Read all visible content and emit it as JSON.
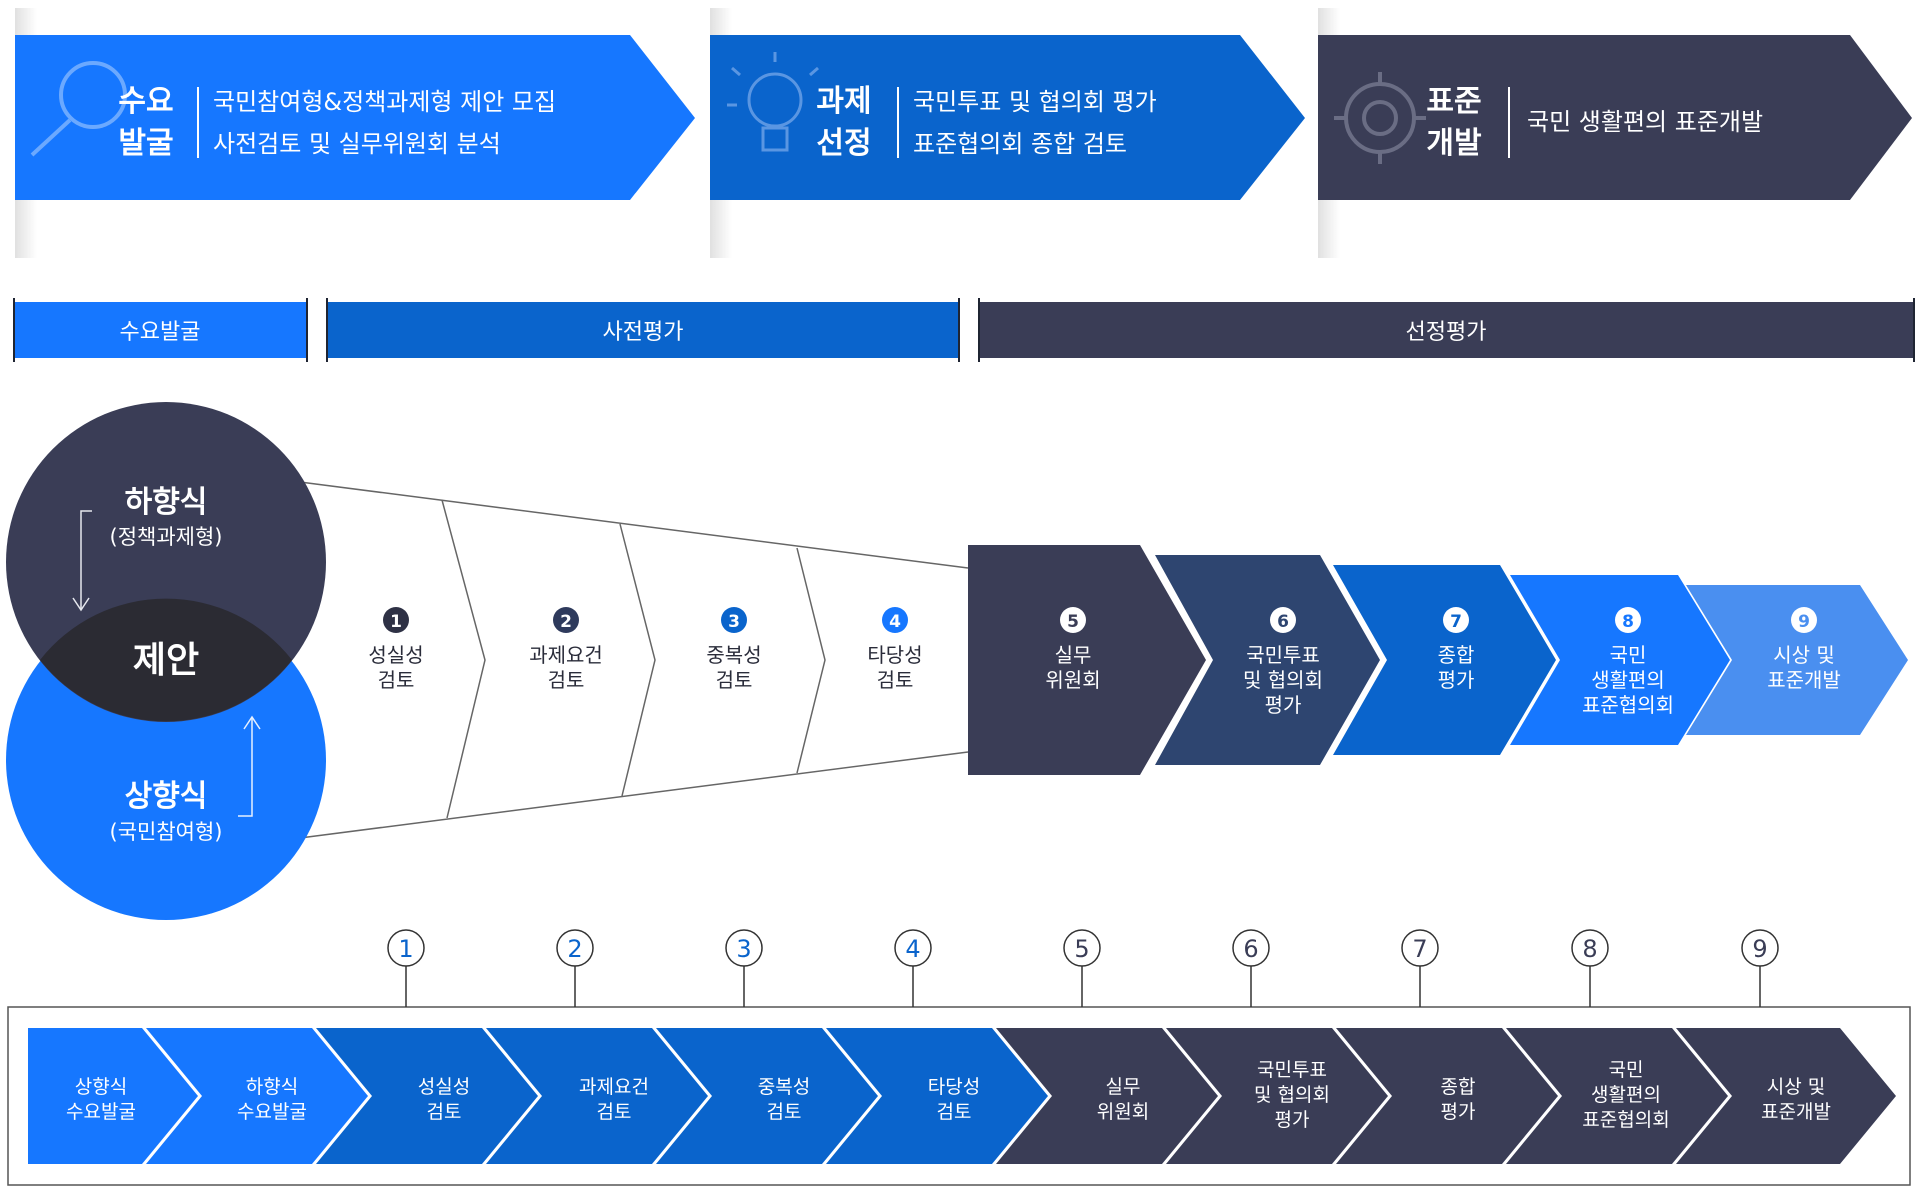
{
  "top_banners": [
    {
      "title_line1": "수요",
      "title_line2": "발굴",
      "desc_line1": "국민참여형&정책과제형 제안 모집",
      "desc_line2": "사전검토 및 실무위원회 분석",
      "icon": "magnifier-icon",
      "color": "#1677ff"
    },
    {
      "title_line1": "과제",
      "title_line2": "선정",
      "desc_line1": "국민투표 및 협의회 평가",
      "desc_line2": "표준협의회 종합 검토",
      "icon": "lightbulb-icon",
      "color": "#0a64cc"
    },
    {
      "title_line1": "표준",
      "title_line2": "개발",
      "desc_line1": "국민 생활편의 표준개발",
      "desc_line2": "",
      "icon": "gear-icon",
      "color": "#3a3d56"
    }
  ],
  "phase_bars": [
    {
      "label": "수요발굴",
      "color": "#1677ff"
    },
    {
      "label": "사전평가",
      "color": "#0a64cc"
    },
    {
      "label": "선정평가",
      "color": "#3a3d56"
    }
  ],
  "venn": {
    "top_title": "하향식",
    "top_sub": "(정책과제형)",
    "center": "제안",
    "bottom_title": "상향식",
    "bottom_sub": "(국민참여형)"
  },
  "funnel_steps": [
    {
      "num": "1",
      "line1": "성실성",
      "line2": "검토",
      "line3": "",
      "badge": "#2e3145"
    },
    {
      "num": "2",
      "line1": "과제요건",
      "line2": "검토",
      "line3": "",
      "badge": "#2e3a5c"
    },
    {
      "num": "3",
      "line1": "중복성",
      "line2": "검토",
      "line3": "",
      "badge": "#0a64cc"
    },
    {
      "num": "4",
      "line1": "타당성",
      "line2": "검토",
      "line3": "",
      "badge": "#1677ff"
    }
  ],
  "arrow_steps": [
    {
      "num": "5",
      "line1": "실무",
      "line2": "위원회",
      "line3": "",
      "color": "#3a3d56"
    },
    {
      "num": "6",
      "line1": "국민투표",
      "line2": "및 협의회",
      "line3": "평가",
      "color": "#2e4570"
    },
    {
      "num": "7",
      "line1": "종합",
      "line2": "평가",
      "line3": "",
      "color": "#0a64cc"
    },
    {
      "num": "8",
      "line1": "국민",
      "line2": "생활편의",
      "line3": "표준협의회",
      "color": "#1677ff"
    },
    {
      "num": "9",
      "line1": "시상 및",
      "line2": "표준개발",
      "line3": "",
      "color": "#4a8ff0"
    }
  ],
  "bottom_markers": [
    "1",
    "2",
    "3",
    "4",
    "5",
    "6",
    "7",
    "8",
    "9"
  ],
  "bottom_chevrons": [
    {
      "line1": "상향식",
      "line2": "수요발굴",
      "line3": "",
      "color": "#1677ff"
    },
    {
      "line1": "하향식",
      "line2": "수요발굴",
      "line3": "",
      "color": "#1677ff"
    },
    {
      "line1": "성실성",
      "line2": "검토",
      "line3": "",
      "color": "#0a64cc"
    },
    {
      "line1": "과제요건",
      "line2": "검토",
      "line3": "",
      "color": "#0a64cc"
    },
    {
      "line1": "중복성",
      "line2": "검토",
      "line3": "",
      "color": "#0a64cc"
    },
    {
      "line1": "타당성",
      "line2": "검토",
      "line3": "",
      "color": "#0a64cc"
    },
    {
      "line1": "실무",
      "line2": "위원회",
      "line3": "",
      "color": "#3a3d56"
    },
    {
      "line1": "국민투표",
      "line2": "및 협의회",
      "line3": "평가",
      "color": "#3a3d56"
    },
    {
      "line1": "종합",
      "line2": "평가",
      "line3": "",
      "color": "#3a3d56"
    },
    {
      "line1": "국민",
      "line2": "생활편의",
      "line3": "표준협의회",
      "color": "#3a3d56"
    },
    {
      "line1": "시상 및",
      "line2": "표준개발",
      "line3": "",
      "color": "#3a3d56"
    }
  ]
}
